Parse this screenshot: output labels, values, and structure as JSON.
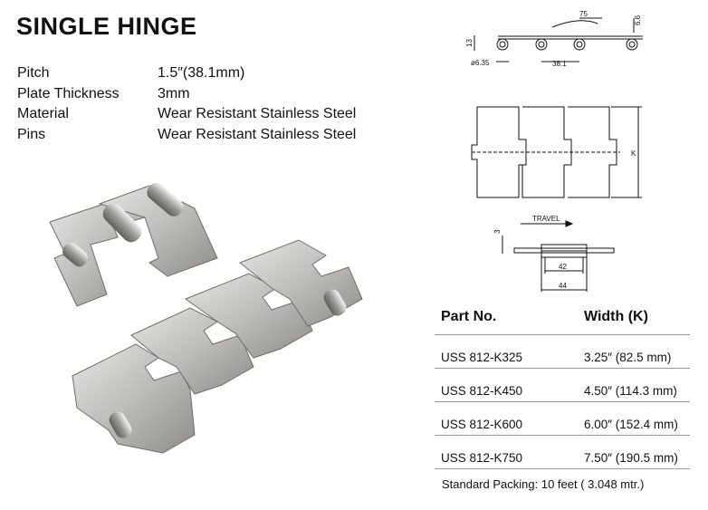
{
  "title": "SINGLE HINGE",
  "specs": [
    {
      "label": "Pitch",
      "value": "1.5″(38.1mm)"
    },
    {
      "label": "Plate Thickness",
      "value": "3mm"
    },
    {
      "label": "Material",
      "value": "Wear Resistant Stainless Steel"
    },
    {
      "label": "Pins",
      "value": "Wear Resistant Stainless Steel"
    }
  ],
  "side_view": {
    "dim_75": "75",
    "dim_6_6": "6.6",
    "dim_13": "13",
    "dim_dia": "ø6.35",
    "dim_pitch": "38.1"
  },
  "top_view": {
    "dim_k": "K"
  },
  "section_view": {
    "travel": "TRAVEL",
    "dim_3": "3",
    "dim_42": "42",
    "dim_44": "44"
  },
  "table": {
    "col_part": "Part No.",
    "col_width": "Width (K)",
    "rows": [
      {
        "part": "USS 812-K325",
        "width": "3.25″ (82.5 mm)"
      },
      {
        "part": "USS 812-K450",
        "width": "4.50″ (114.3 mm)"
      },
      {
        "part": "USS 812-K600",
        "width": "6.00″ (152.4 mm)"
      },
      {
        "part": "USS 812-K750",
        "width": "7.50″ (190.5 mm)"
      }
    ]
  },
  "footer": "Standard Packing: 10 feet ( 3.048 mtr.)"
}
